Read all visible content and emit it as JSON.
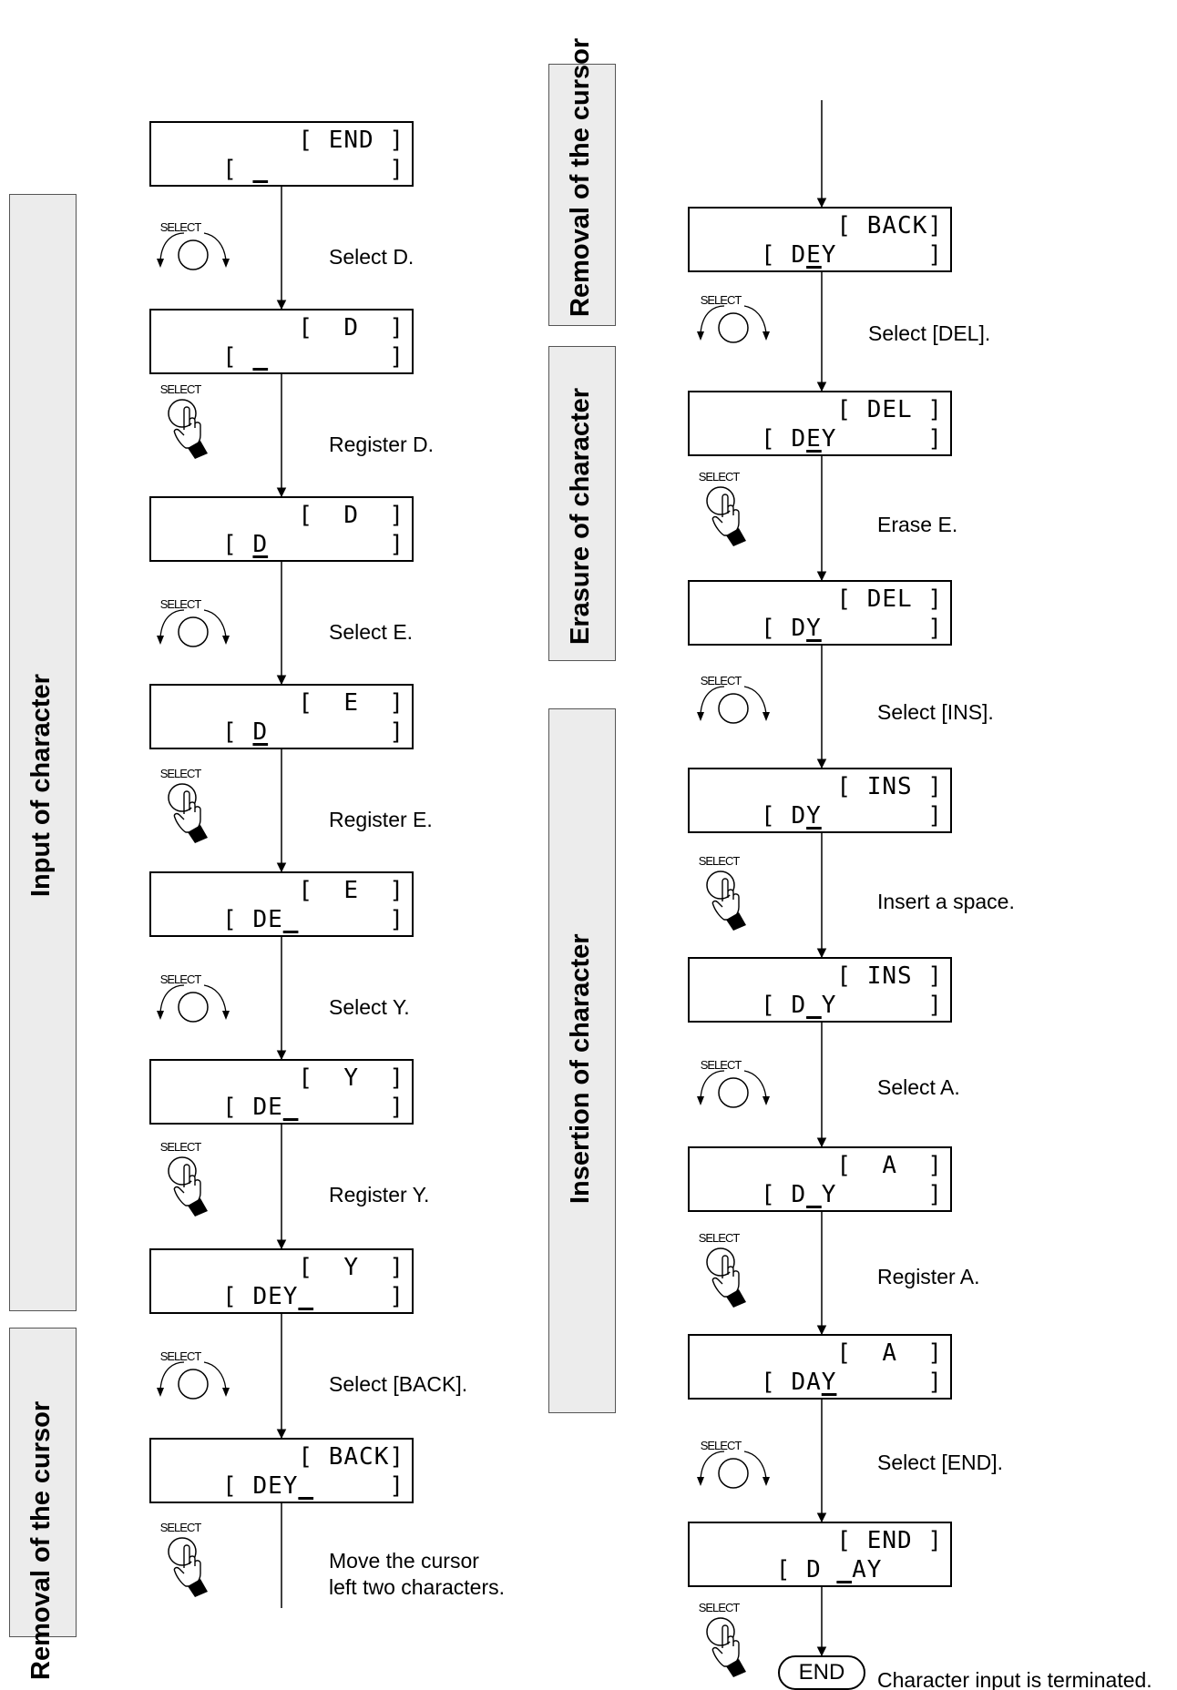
{
  "sections": {
    "input": "Input of character",
    "removal_left": "Removal of the cursor",
    "removal_right": "Removal of the cursor",
    "erasure": "Erasure of character",
    "insertion": "Insertion of character"
  },
  "icon_label": "SELECT",
  "left_column": [
    {
      "top": "[ END ]",
      "bottom": [
        "[ ",
        "_",
        "        ]"
      ]
    },
    {
      "top": "[  D  ]",
      "bottom": [
        "[ ",
        "_",
        "        ]"
      ]
    },
    {
      "top": "[  D  ]",
      "bottom": [
        "[ ",
        "D",
        "        ]"
      ]
    },
    {
      "top": "[  E  ]",
      "bottom": [
        "[ ",
        "D",
        "        ]"
      ]
    },
    {
      "top": "[  E  ]",
      "bottom": [
        "[ DE",
        "_",
        "      ]"
      ]
    },
    {
      "top": "[  Y  ]",
      "bottom": [
        "[ DE",
        "_",
        "      ]"
      ]
    },
    {
      "top": "[  Y  ]",
      "bottom": [
        "[ DEY",
        "_",
        "     ]"
      ]
    },
    {
      "top": "[ BACK]",
      "bottom": [
        "[ DEY",
        "_",
        "     ]"
      ]
    }
  ],
  "left_steps": [
    {
      "text": "Select D.",
      "icon": "select-dial-icon"
    },
    {
      "text": "Register D.",
      "icon": "select-press-icon"
    },
    {
      "text": "Select E.",
      "icon": "select-dial-icon"
    },
    {
      "text": "Register E.",
      "icon": "select-press-icon"
    },
    {
      "text": "Select Y.",
      "icon": "select-dial-icon"
    },
    {
      "text": "Register Y.",
      "icon": "select-press-icon"
    },
    {
      "text": "Select [BACK].",
      "icon": "select-dial-icon"
    },
    {
      "text": "Move the cursor\nleft two characters.",
      "icon": "select-press-icon"
    }
  ],
  "right_column": [
    {
      "top": "[ BACK]",
      "bottom": [
        "[ D",
        "E",
        "Y      ]"
      ]
    },
    {
      "top": "[ DEL ]",
      "bottom": [
        "[ D",
        "E",
        "Y      ]"
      ]
    },
    {
      "top": "[ DEL ]",
      "bottom": [
        "[ D",
        "Y",
        "       ]"
      ]
    },
    {
      "top": "[ INS ]",
      "bottom": [
        "[ D",
        "Y",
        "       ]"
      ]
    },
    {
      "top": "[ INS ]",
      "bottom": [
        "[ D",
        "_",
        "Y      ]"
      ]
    },
    {
      "top": "[  A  ]",
      "bottom": [
        "[ D",
        "_",
        "Y      ]"
      ]
    },
    {
      "top": "[  A  ]",
      "bottom": [
        "[ DA",
        "Y",
        "      ]"
      ]
    },
    {
      "top": "[ END ]",
      "bottom": [
        "[ D ",
        "_",
        "AY    "
      ]
    }
  ],
  "right_steps": [
    {
      "text": "Select [DEL].",
      "icon": "select-dial-icon"
    },
    {
      "text": "Erase E.",
      "icon": "select-press-icon"
    },
    {
      "text": "Select [INS].",
      "icon": "select-dial-icon"
    },
    {
      "text": "Insert a space.",
      "icon": "select-press-icon"
    },
    {
      "text": "Select A.",
      "icon": "select-dial-icon"
    },
    {
      "text": "Register A.",
      "icon": "select-press-icon"
    },
    {
      "text": "Select [END].",
      "icon": "select-dial-icon"
    },
    {
      "text": "Character input is terminated.",
      "icon": "select-press-icon"
    }
  ],
  "end_label": "END"
}
